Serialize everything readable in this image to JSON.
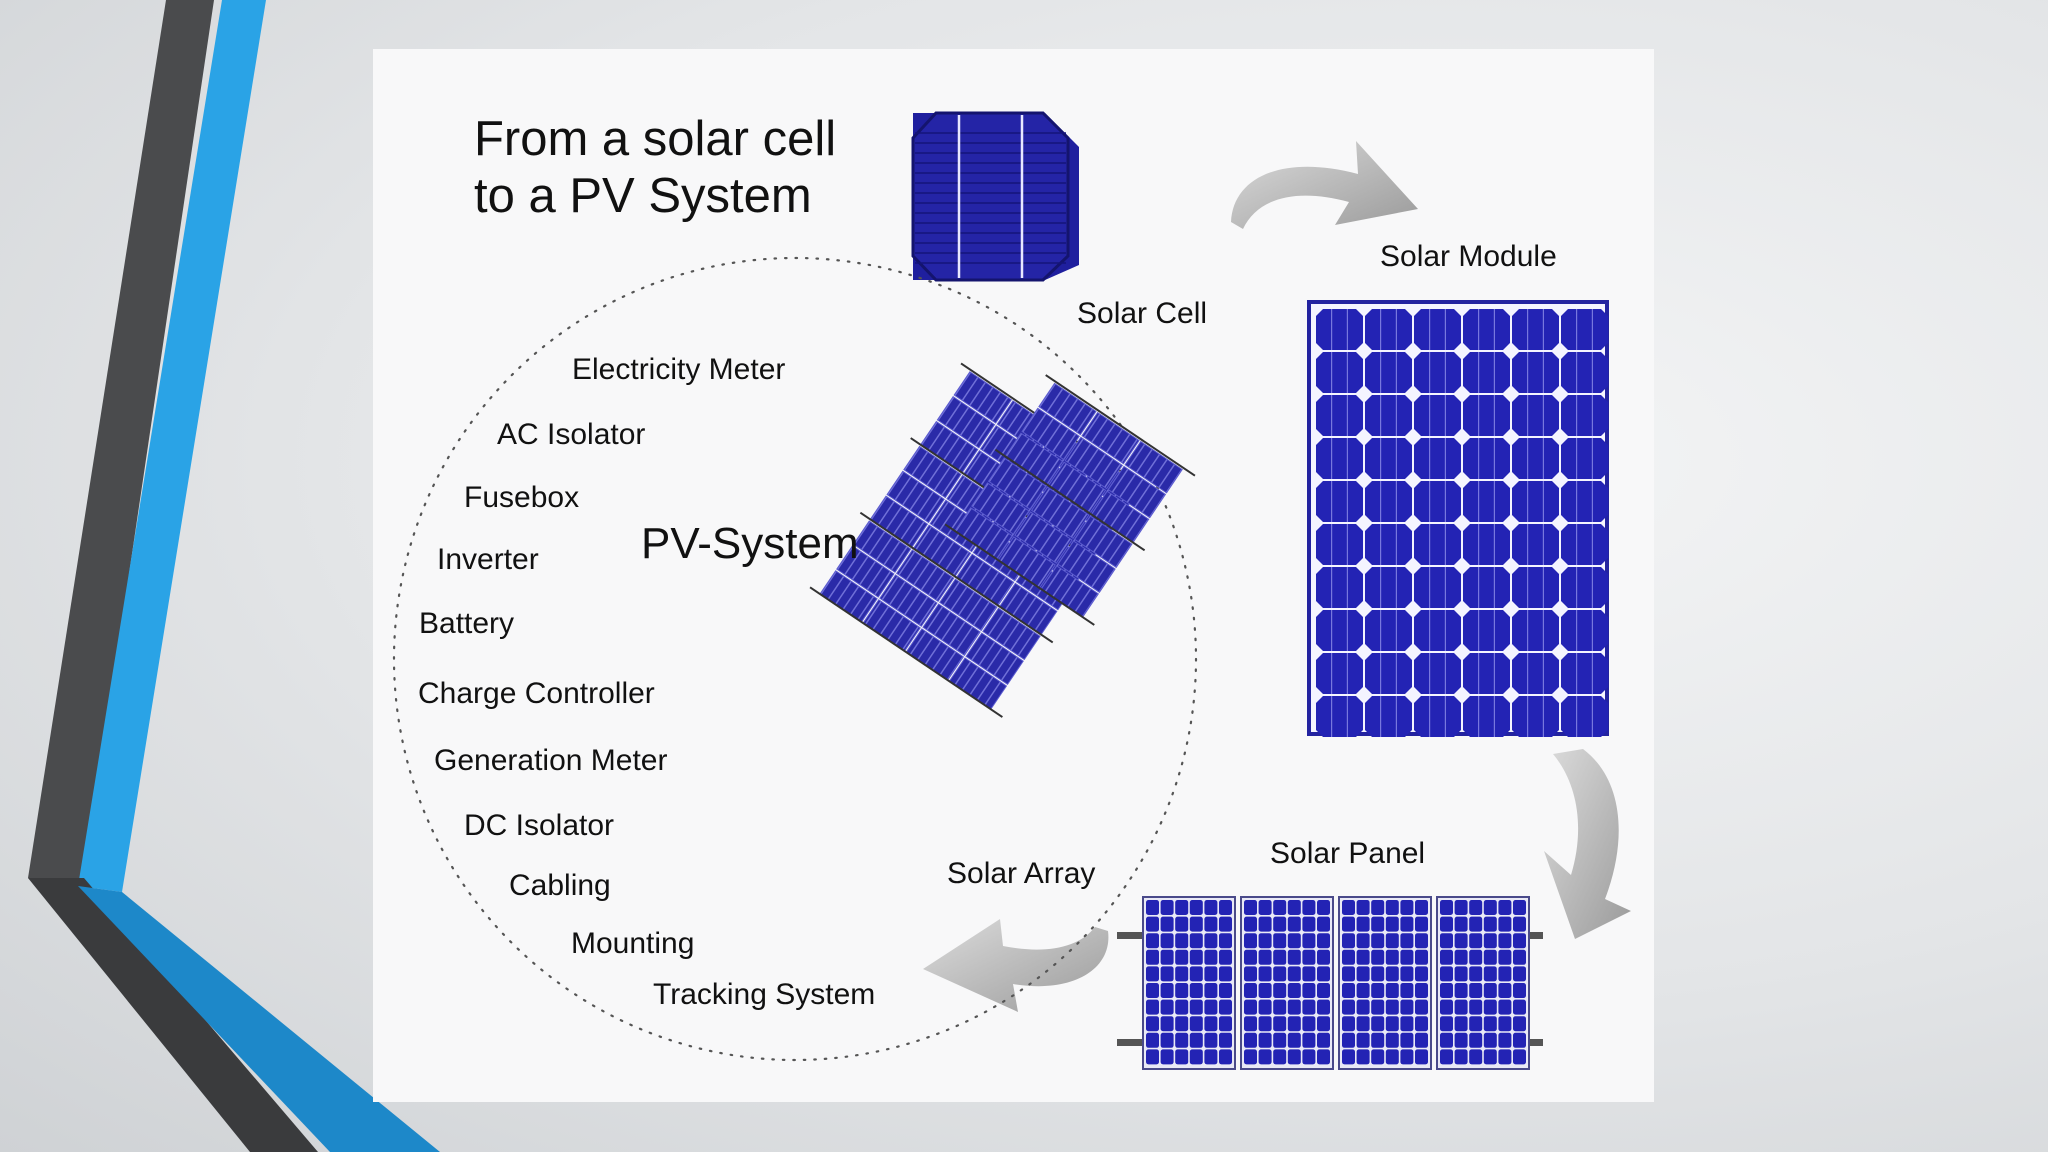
{
  "figure": {
    "title_line1": "From a solar cell",
    "title_line2": "to a PV System",
    "stages": {
      "cell": "Solar Cell",
      "module": "Solar Module",
      "panel": "Solar Panel",
      "array": "Solar Array"
    },
    "pv_system": {
      "heading": "PV-System",
      "components": [
        "Electricity Meter",
        "AC Isolator",
        "Fusebox",
        "Inverter",
        "Battery",
        "Charge Controller",
        "Generation Meter",
        "DC Isolator",
        "Cabling",
        "Mounting",
        "Tracking System"
      ]
    }
  },
  "colors": {
    "accent_blue": "#2aa3e6",
    "dark_stripe": "#3a3b3d",
    "cell_blue": "#2323b4",
    "cell_dark": "#1a1a8c",
    "arrow_gray": "#b3b3b3"
  }
}
